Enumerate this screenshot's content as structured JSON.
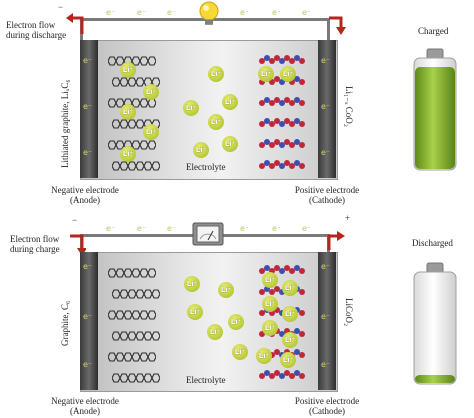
{
  "top": {
    "minus_sign": "−",
    "flow_label_line1": "Electron flow",
    "flow_label_line2": "during discharge",
    "electron": "e⁻",
    "left_side_label": "Lithiated graphite, LiₓC₆",
    "right_side_label": "Li₁₋ₓ CoO₂",
    "electrolyte": "Electrolyte",
    "neg_label": "Negative electrode",
    "neg_sub": "(Anode)",
    "pos_label": "Positive electrode",
    "pos_sub": "(Cathode)",
    "battery_label": "Charged",
    "battery_level": 0.92
  },
  "bottom": {
    "minus_sign": "−",
    "plus_sign": "+",
    "flow_label_line1": "Electron flow",
    "flow_label_line2": "during charge",
    "electron": "e⁻",
    "left_side_label": "Graphite, C₆",
    "right_side_label": "LiCoO₂",
    "electrolyte": "Electrolyte",
    "neg_label": "Negative electrode",
    "neg_sub": "(Anode)",
    "pos_label": "Positive electrode",
    "pos_sub": "(Cathode)",
    "battery_label": "Discharged",
    "battery_level": 0.08
  },
  "ion_label": "Li⁺",
  "colors": {
    "arrow_red": "#b3261e",
    "battery_green": "#7fae2a",
    "li_ion": "#c7d23f",
    "cathode_red": "#c0283a",
    "cathode_blue": "#3a4fb0"
  }
}
